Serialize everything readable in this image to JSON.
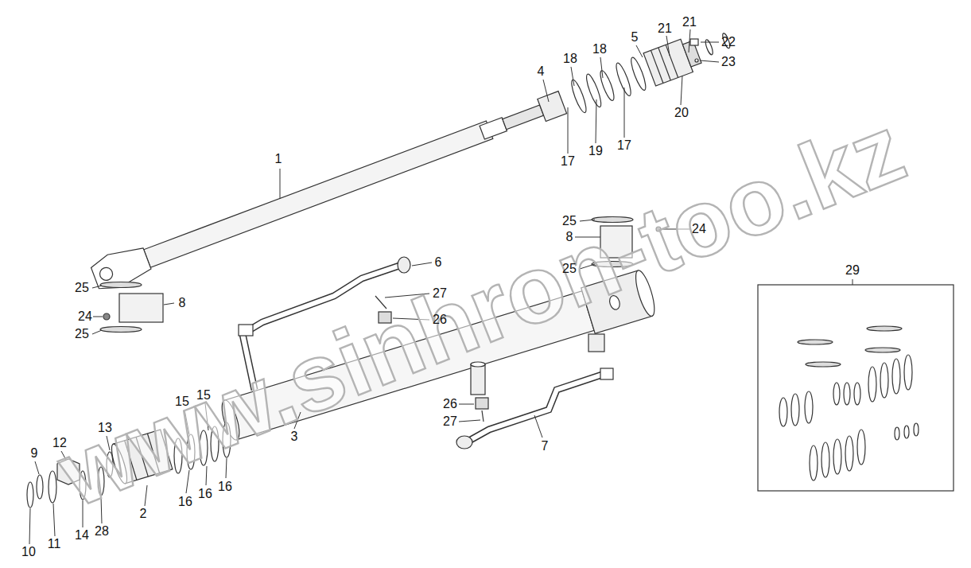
{
  "diagram": {
    "labels": [
      "1",
      "4",
      "18",
      "18",
      "5",
      "21",
      "21",
      "22",
      "23",
      "20",
      "17",
      "19",
      "17",
      "6",
      "25",
      "8",
      "24",
      "25",
      "29",
      "25",
      "8",
      "24",
      "25",
      "27",
      "26",
      "15",
      "15",
      "13",
      "12",
      "9",
      "3",
      "7",
      "26",
      "27",
      "16",
      "16",
      "16",
      "2",
      "28",
      "14",
      "11",
      "10",
      "www.sinhron-too.kz"
    ]
  }
}
